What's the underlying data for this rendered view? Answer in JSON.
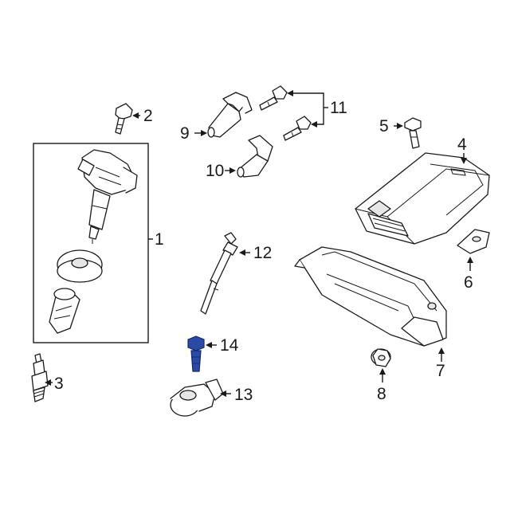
{
  "callouts": [
    "1",
    "2",
    "3",
    "4",
    "5",
    "6",
    "7",
    "8",
    "9",
    "10",
    "11",
    "12",
    "13",
    "14"
  ],
  "highlight_color": "#2b4aa6",
  "line_color": "#1a1a1a"
}
